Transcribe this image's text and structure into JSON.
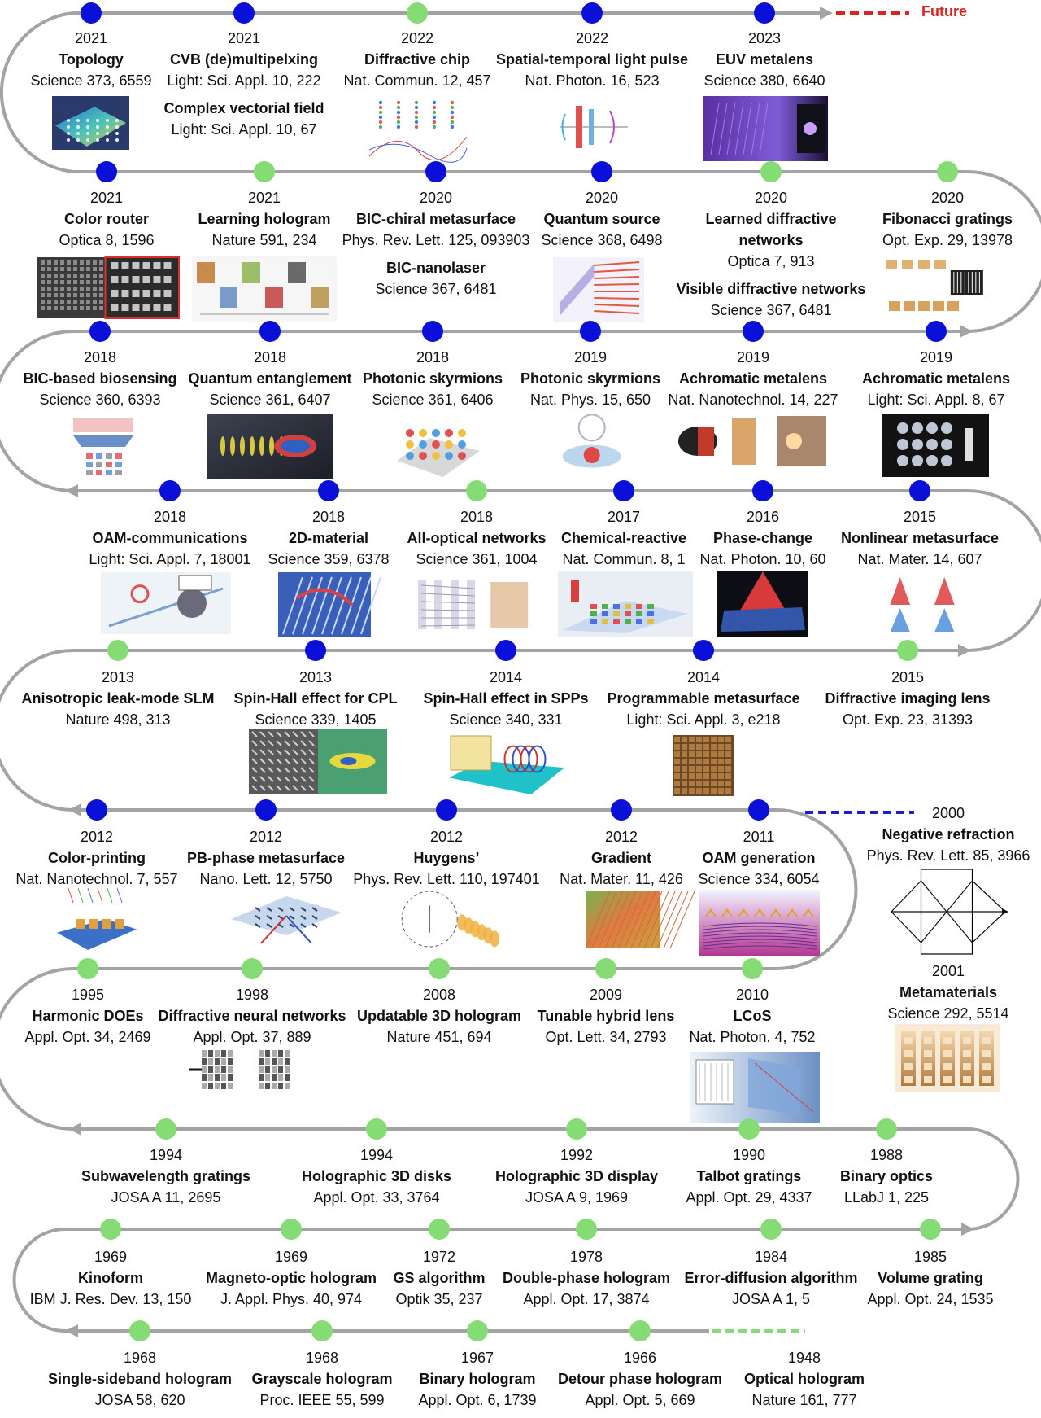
{
  "future_label": "Future",
  "colors": {
    "track": "#a3a3a3",
    "node_blue": "#0a10d8",
    "node_green": "#86dc74",
    "future_dash": "#d9231f",
    "past_dash_green": "#86dc74",
    "side_dash_blue": "#1a1fd0"
  },
  "rows": [
    {
      "label": "row-1",
      "events": [
        {
          "year": "2021",
          "title": "Topology",
          "ref": "Science 373, 6559",
          "node": "blue",
          "thumb": "topology-image"
        },
        {
          "year": "2021",
          "title": "CVB (de)multipelxing",
          "ref": "Light: Sci. Appl. 10, 222",
          "title2": "Complex vectorial field",
          "ref2": "Light: Sci. Appl. 10, 67",
          "node": "blue"
        },
        {
          "year": "2022",
          "title": "Diffractive chip",
          "ref": "Nat. Commun. 12, 457",
          "node": "green",
          "thumb": "diffractive-chip-image"
        },
        {
          "year": "2022",
          "title": "Spatial-temporal light pulse",
          "ref": "Nat. Photon. 16, 523",
          "node": "blue",
          "thumb": "light-pulse-image"
        },
        {
          "year": "2023",
          "title": "EUV metalens",
          "ref": "Science 380, 6640",
          "node": "blue",
          "thumb": "euv-metalens-image"
        }
      ]
    },
    {
      "label": "row-2",
      "events": [
        {
          "year": "2021",
          "title": "Color router",
          "ref": "Optica 8, 1596",
          "node": "blue",
          "thumb": "color-router-image"
        },
        {
          "year": "2021",
          "title": "Learning  hologram",
          "ref": "Nature 591, 234",
          "node": "green",
          "thumb": "learning-hologram-image"
        },
        {
          "year": "2020",
          "title": "BIC-chiral metasurface",
          "ref": "Phys. Rev. Lett. 125, 093903",
          "title2": "BIC-nanolaser",
          "ref2": "Science 367, 6481",
          "node": "blue"
        },
        {
          "year": "2020",
          "title": "Quantum source",
          "ref": "Science 368, 6498",
          "node": "blue",
          "thumb": "quantum-source-image"
        },
        {
          "year": "2020",
          "title": "Learned diffractive networks",
          "ref": "Optica 7, 913",
          "title2": "Visible diffractive networks",
          "ref2": "Science 367, 6481",
          "node": "green"
        },
        {
          "year": "2020",
          "title": "Fibonacci gratings",
          "ref": "Opt. Exp. 29, 13978",
          "node": "green",
          "thumb": "fibonacci-image"
        }
      ]
    },
    {
      "label": "row-3",
      "events": [
        {
          "year": "2018",
          "title": "BIC-based biosensing",
          "ref": "Science 360, 6393",
          "node": "blue",
          "thumb": "biosensing-image"
        },
        {
          "year": "2018",
          "title": "Quantum entanglement",
          "ref": "Science 361, 6407",
          "node": "blue",
          "thumb": "entanglement-image"
        },
        {
          "year": "2018",
          "title": "Photonic skyrmions",
          "ref": "Science 361, 6406",
          "node": "blue",
          "thumb": "skyrmions-image-1"
        },
        {
          "year": "2019",
          "title": "Photonic skyrmions",
          "ref": "Nat. Phys. 15, 650",
          "node": "blue",
          "thumb": "skyrmions-image-2"
        },
        {
          "year": "2019",
          "title": "Achromatic metalens",
          "ref": "Nat. Nanotechnol. 14, 227",
          "node": "blue",
          "thumb": "achromatic-image-1"
        },
        {
          "year": "2019",
          "title": "Achromatic metalens",
          "ref": "Light: Sci. Appl. 8, 67",
          "node": "blue",
          "thumb": "achromatic-image-2"
        }
      ]
    },
    {
      "label": "row-4",
      "events": [
        {
          "year": "2018",
          "title": "OAM-communications",
          "ref": "Light: Sci. Appl. 7, 18001",
          "node": "blue",
          "thumb": "oam-comm-image"
        },
        {
          "year": "2018",
          "title": "2D-material",
          "ref": "Science 359, 6378",
          "node": "blue",
          "thumb": "2d-material-image"
        },
        {
          "year": "2018",
          "title": "All-optical networks",
          "ref": "Science 361, 1004",
          "node": "green",
          "thumb": "all-optical-image"
        },
        {
          "year": "2017",
          "title": "Chemical-reactive",
          "ref": "Nat. Commun. 8, 1",
          "node": "blue",
          "thumb": "chemical-image"
        },
        {
          "year": "2016",
          "title": "Phase-change",
          "ref": "Nat. Photon. 10, 60",
          "node": "blue",
          "thumb": "phase-change-image"
        },
        {
          "year": "2015",
          "title": "Nonlinear metasurface",
          "ref": "Nat. Mater. 14, 607",
          "node": "blue",
          "thumb": "nonlinear-image"
        }
      ]
    },
    {
      "label": "row-5",
      "events": [
        {
          "year": "2013",
          "title": "Anisotropic leak-mode SLM",
          "ref": "Nature 498, 313",
          "node": "green"
        },
        {
          "year": "2013",
          "title": "Spin-Hall effect for CPL",
          "ref": "Science 339, 1405",
          "node": "blue",
          "thumb": "spin-hall-cpl-image"
        },
        {
          "year": "2014",
          "title": "Spin-Hall effect in SPPs",
          "ref": "Science 340, 331",
          "node": "blue",
          "thumb": "spin-hall-spp-image"
        },
        {
          "year": "2014",
          "title": "Programmable metasurface",
          "ref": "Light: Sci. Appl. 3, e218",
          "node": "blue",
          "thumb": "programmable-image"
        },
        {
          "year": "2015",
          "title": "Diffractive imaging lens",
          "ref": "Opt. Exp. 23, 31393",
          "node": "green"
        }
      ]
    },
    {
      "label": "row-6",
      "events": [
        {
          "year": "2012",
          "title": "Color-printing",
          "ref": "Nat. Nanotechnol. 7, 557",
          "node": "blue",
          "thumb": "color-printing-image"
        },
        {
          "year": "2012",
          "title": "PB-phase metasurface",
          "ref": "Nano. Lett. 12, 5750",
          "node": "blue",
          "thumb": "pb-phase-image"
        },
        {
          "year": "2012",
          "title": "Huygens’",
          "ref": "Phys. Rev. Lett. 110, 197401",
          "node": "blue",
          "thumb": "huygens-image"
        },
        {
          "year": "2012",
          "title": "Gradient",
          "ref": "Nat. Mater. 11, 426",
          "node": "blue",
          "thumb": "gradient-image"
        },
        {
          "year": "2011",
          "title": "OAM generation",
          "ref": "Science 334, 6054",
          "node": "blue",
          "thumb": "oam-gen-image"
        }
      ]
    },
    {
      "label": "row-7",
      "events": [
        {
          "year": "1995",
          "title": "Harmonic DOEs",
          "ref": "Appl. Opt. 34, 2469",
          "node": "green"
        },
        {
          "year": "1998",
          "title": "Diffractive neural networks",
          "ref": "Appl. Opt. 37, 889",
          "node": "green",
          "thumb": "dnn-image"
        },
        {
          "year": "2008",
          "title": "Updatable 3D hologram",
          "ref": "Nature 451, 694",
          "node": "green"
        },
        {
          "year": "2009",
          "title": "Tunable hybrid lens",
          "ref": "Opt. Lett. 34, 2793",
          "node": "green"
        },
        {
          "year": "2010",
          "title": "LCoS",
          "ref": "Nat. Photon. 4, 752",
          "node": "green",
          "thumb": "lcos-image"
        }
      ]
    },
    {
      "label": "row-8",
      "events": [
        {
          "year": "1994",
          "title": "Subwavelength gratings",
          "ref": "JOSA A 11, 2695",
          "node": "green"
        },
        {
          "year": "1994",
          "title": "Holographic 3D disks",
          "ref": "Appl. Opt. 33, 3764",
          "node": "green"
        },
        {
          "year": "1992",
          "title": "Holographic 3D display",
          "ref": "JOSA A 9, 1969",
          "node": "green"
        },
        {
          "year": "1990",
          "title": "Talbot gratings",
          "ref": "Appl. Opt. 29, 4337",
          "node": "green"
        },
        {
          "year": "1988",
          "title": "Binary optics",
          "ref": "LLabJ 1, 225",
          "node": "green"
        }
      ]
    },
    {
      "label": "row-9",
      "events": [
        {
          "year": "1969",
          "title": "Kinoform",
          "ref": "IBM J. Res. Dev. 13, 150",
          "node": "green"
        },
        {
          "year": "1969",
          "title": "Magneto-optic hologram",
          "ref": "J. Appl. Phys. 40, 974",
          "node": "green"
        },
        {
          "year": "1972",
          "title": "GS algorithm",
          "ref": "Optik 35, 237",
          "node": "green"
        },
        {
          "year": "1978",
          "title": "Double-phase hologram",
          "ref": "Appl. Opt. 17, 3874",
          "node": "green"
        },
        {
          "year": "1984",
          "title": "Error-diffusion algorithm",
          "ref": "JOSA A 1, 5",
          "node": "green"
        },
        {
          "year": "1985",
          "title": "Volume grating",
          "ref": "Appl. Opt. 24, 1535",
          "node": "green"
        }
      ]
    },
    {
      "label": "row-10",
      "events": [
        {
          "year": "1968",
          "title": "Single-sideband hologram",
          "ref": "JOSA 58, 620",
          "node": "green"
        },
        {
          "year": "1968",
          "title": "Grayscale hologram",
          "ref": "Proc. IEEE 55, 599",
          "node": "green"
        },
        {
          "year": "1967",
          "title": "Binary hologram",
          "ref": "Appl. Opt. 6, 1739",
          "node": "green"
        },
        {
          "year": "1966",
          "title": "Detour phase hologram",
          "ref": "Appl. Opt. 5, 669",
          "node": "green"
        },
        {
          "year": "1948",
          "title": "Optical hologram",
          "ref": "Nature 161, 777",
          "node": "none"
        }
      ]
    }
  ],
  "side_events": [
    {
      "year": "2000",
      "title": "Negative refraction",
      "ref": "Phys. Rev. Lett. 85, 3966",
      "thumb": "negative-refraction-diagram"
    },
    {
      "year": "2001",
      "title": "Metamaterials",
      "ref": "Science 292, 5514",
      "thumb": "metamaterials-image"
    }
  ]
}
